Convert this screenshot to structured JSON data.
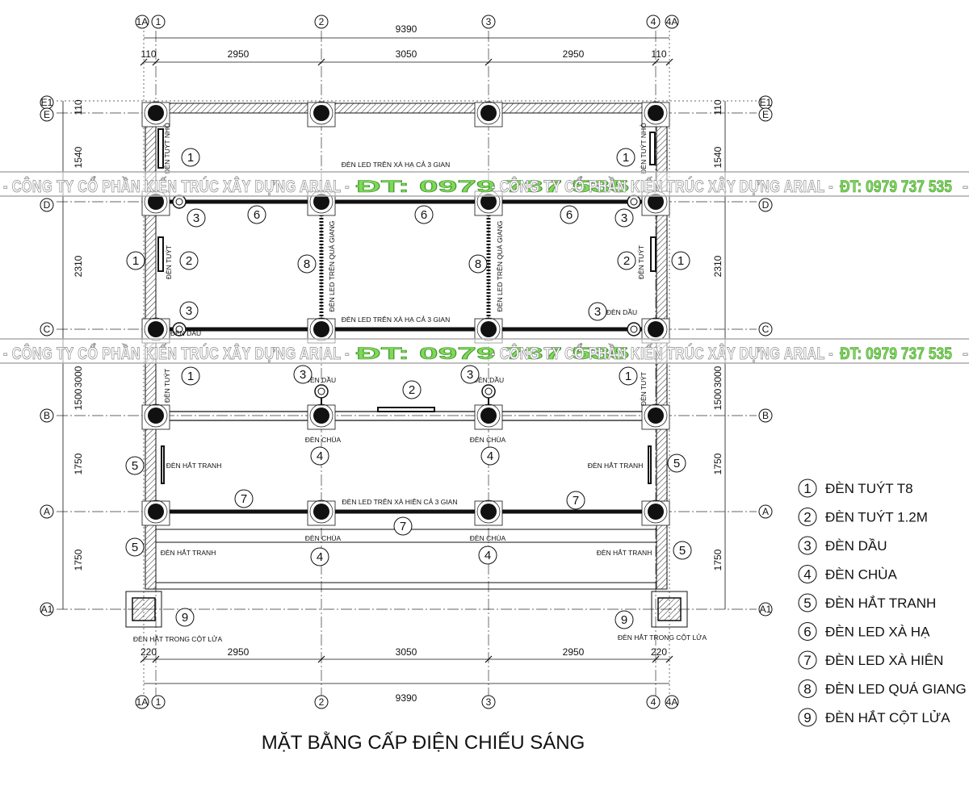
{
  "title": "MẶT BẰNG CẤP ĐIỆN CHIẾU SÁNG",
  "grid": {
    "columns": [
      "1A",
      "1",
      "2",
      "3",
      "4",
      "4A"
    ],
    "rows": [
      "E1",
      "E",
      "D",
      "C",
      "B",
      "A",
      "A1"
    ]
  },
  "dimensions": {
    "top_total": "9390",
    "top_segments": [
      "110",
      "2950",
      "3050",
      "2950",
      "110"
    ],
    "bottom_segments": [
      "220",
      "2950",
      "3050",
      "2950",
      "220"
    ],
    "bottom_total": "9390",
    "left_segments": [
      "110",
      "1540",
      "2310",
      "3000",
      "1500",
      "1750",
      "1750"
    ],
    "right_segments": [
      "110",
      "1540",
      "2310",
      "3000",
      "1500",
      "1750",
      "1750"
    ]
  },
  "labels": [
    "ĐÈN TUÝT NHỎ",
    "ĐÈN LED TRÊN XÀ HẠ CẢ 3 GIAN",
    "ĐÈN LED TRÊN QUÁ GIANG",
    "ĐÈN TUÝT",
    "ĐÈN DẦU",
    "ĐÈN CHÙA",
    "ĐÈN HẮT TRANH",
    "ĐÈN LED TRÊN XÀ HIÊN CẢ 3 GIAN",
    "ĐÈN HẮT TRONG CỘT LỬA"
  ],
  "callouts": [
    "1",
    "2",
    "3",
    "4",
    "5",
    "6",
    "7",
    "8",
    "9"
  ],
  "legend": [
    {
      "num": "1",
      "label": "ĐÈN TUÝT T8"
    },
    {
      "num": "2",
      "label": "ĐÈN TUÝT 1.2M"
    },
    {
      "num": "3",
      "label": "ĐÈN DẦU"
    },
    {
      "num": "4",
      "label": "ĐÈN CHÙA"
    },
    {
      "num": "5",
      "label": "ĐÈN HẮT TRANH"
    },
    {
      "num": "6",
      "label": "ĐÈN LED XÀ HẠ"
    },
    {
      "num": "7",
      "label": "ĐÈN LED XÀ HIÊN"
    },
    {
      "num": "8",
      "label": "ĐÈN LED QUÁ GIANG"
    },
    {
      "num": "9",
      "label": "ĐÈN HẮT CỘT LỬA"
    }
  ],
  "watermark": {
    "company": "- CÔNG TY CỔ PHẦN KIẾN TRÚC XÂY DỰNG ARIAL -",
    "phone": "ĐT: 0979 737 535",
    "trail": "-"
  },
  "colors": {
    "line": "#111111",
    "watermark_phone": "#7ed957"
  }
}
